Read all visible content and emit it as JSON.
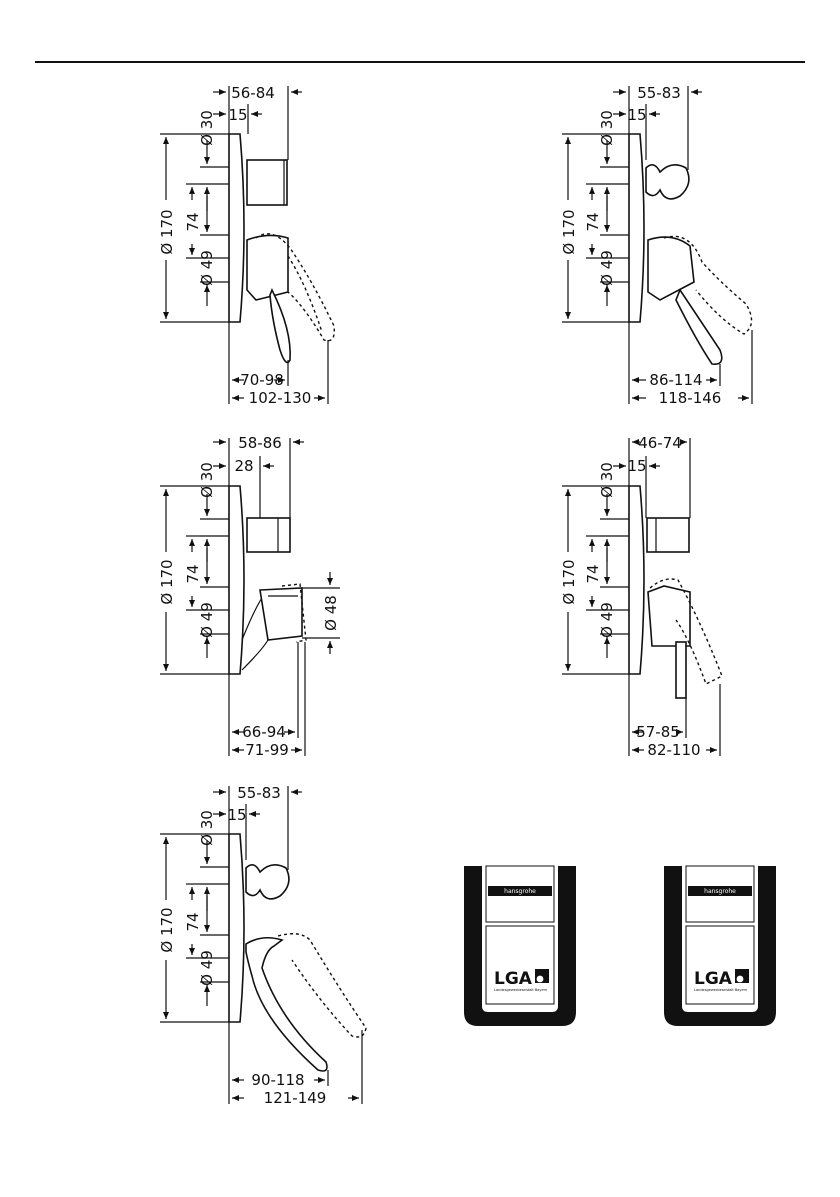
{
  "header": {
    "rule_color": "#111111"
  },
  "views": [
    {
      "id": "view-1",
      "top_width": "56-84",
      "offset": "15",
      "d_top": "Ø 30",
      "d_total": "Ø 170",
      "spacing": "74",
      "d_lower": "Ø 49",
      "bottom_1": "70-98",
      "bottom_2": "102-130"
    },
    {
      "id": "view-2",
      "top_width": "55-83",
      "offset": "15",
      "d_top": "Ø 30",
      "d_total": "Ø 170",
      "spacing": "74",
      "d_lower": "Ø 49",
      "bottom_1": "86-114",
      "bottom_2": "118-146"
    },
    {
      "id": "view-3",
      "top_width": "58-86",
      "offset": "28",
      "d_top": "Ø 30",
      "d_total": "Ø 170",
      "spacing": "74",
      "d_lower": "Ø 49",
      "side": "Ø 48",
      "bottom_1": "66-94",
      "bottom_2": "71-99"
    },
    {
      "id": "view-4",
      "top_width": "46-74",
      "offset": "15",
      "d_top": "Ø 30",
      "d_total": "Ø 170",
      "spacing": "74",
      "d_lower": "Ø 49",
      "bottom_1": "57-85",
      "bottom_2": "82-110"
    },
    {
      "id": "view-5",
      "top_width": "55-83",
      "offset": "15",
      "d_top": "Ø 30",
      "d_total": "Ø 170",
      "spacing": "74",
      "d_lower": "Ø 49",
      "bottom_1": "90-118",
      "bottom_2": "121-149"
    }
  ],
  "badges": [
    {
      "brand": "hansgrohe",
      "logo": "LGA",
      "caption": "Landesgewerbeanstalt Bayern"
    },
    {
      "brand": "hansgrohe",
      "logo": "LGA",
      "caption": "Landesgewerbeanstalt Bayern"
    }
  ]
}
